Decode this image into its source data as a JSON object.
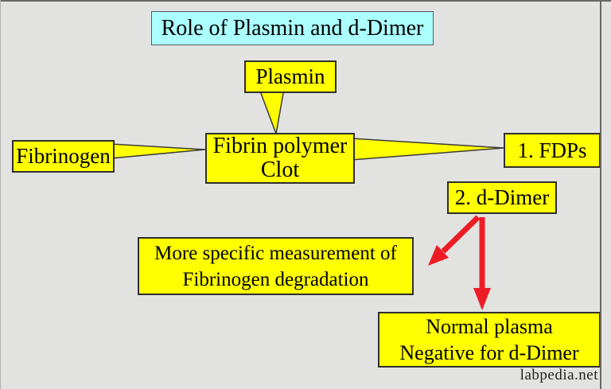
{
  "diagram": {
    "title": "Role of Plasmin and d-Dimer",
    "nodes": {
      "plasmin": "Plasmin",
      "fibrinogen": "Fibrinogen",
      "fibrin_polymer": [
        "Fibrin polymer",
        "Clot"
      ],
      "fdps": "1. FDPs",
      "d_dimer": "2. d-Dimer",
      "more_specific": [
        "More specific measurement of",
        "Fibrinogen degradation"
      ],
      "normal_plasma": [
        "Normal plasma",
        "Negative for d-Dimer"
      ]
    },
    "watermark": "labpedia.net",
    "colors": {
      "background": "#e2e2e0",
      "node_fill": "#ffff00",
      "title_fill": "#abffff",
      "node_border": "#2f2f2f",
      "arrow_red": "#ed1c24"
    }
  }
}
